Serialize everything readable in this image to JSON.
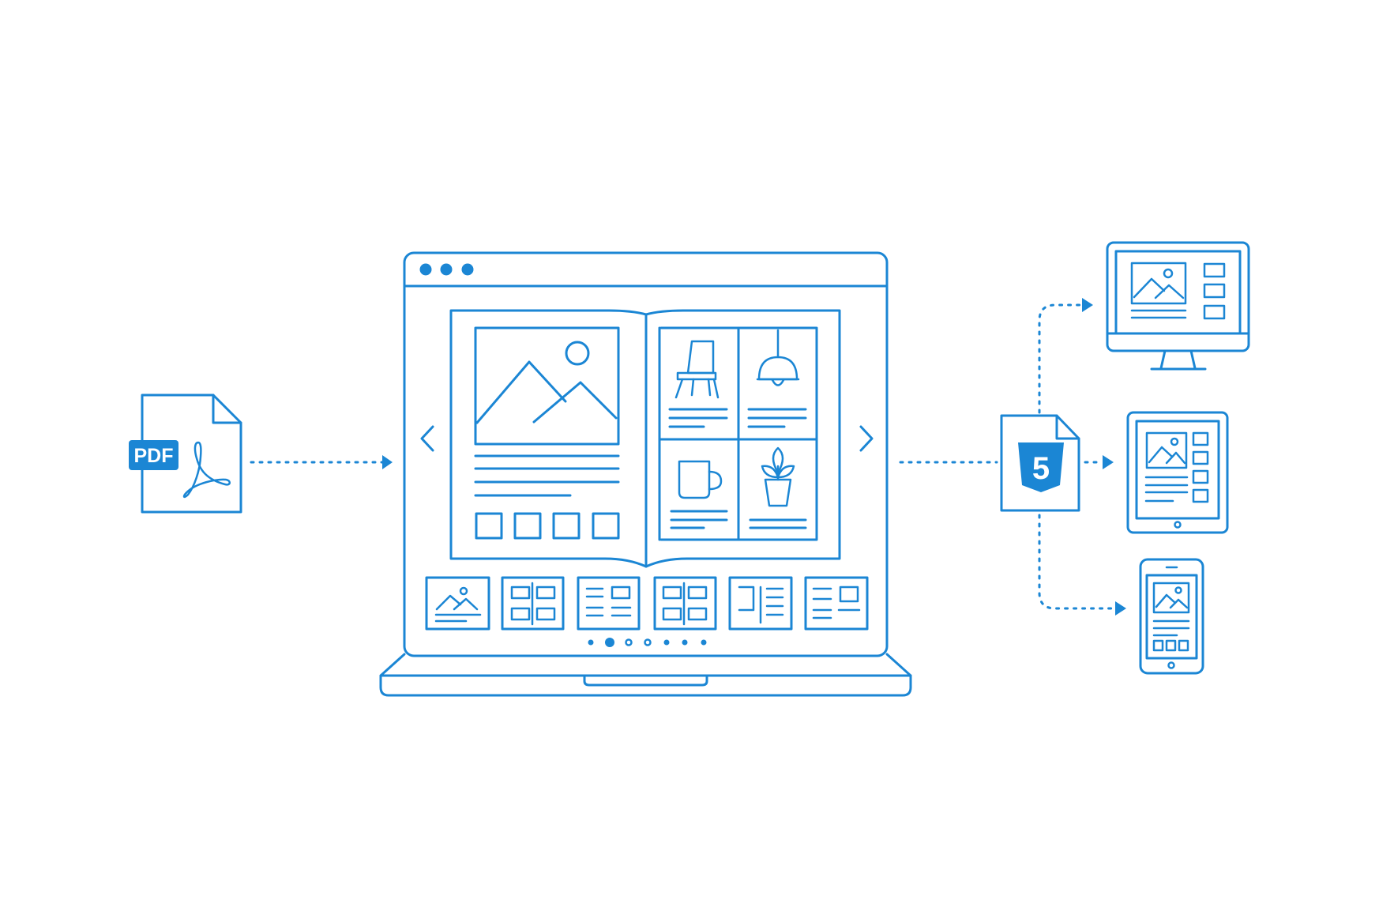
{
  "source_file": {
    "badge_label": "PDF",
    "icon": "pdf-document-icon",
    "secondary_icon": "acrobat-logo-icon"
  },
  "viewer": {
    "window_dots_count": 3,
    "nav_prev_icon": "chevron-left-icon",
    "nav_next_icon": "chevron-right-icon",
    "left_page_icons": [
      "image-placeholder-icon"
    ],
    "right_page_products": [
      "chair-icon",
      "pendant-lamp-icon",
      "mug-icon",
      "potted-plant-icon"
    ],
    "thumbnails_count": 6,
    "active_thumbnail_index": 0,
    "pagination_dots_count": 7,
    "active_pagination_index": 1
  },
  "output_format": {
    "badge_label": "5",
    "icon": "html5-file-icon"
  },
  "targets": [
    {
      "name": "desktop",
      "icon": "desktop-monitor-icon"
    },
    {
      "name": "tablet",
      "icon": "tablet-icon"
    },
    {
      "name": "phone",
      "icon": "smartphone-icon"
    }
  ],
  "colors": {
    "accent": "#1b86d4",
    "background": "#ffffff"
  }
}
